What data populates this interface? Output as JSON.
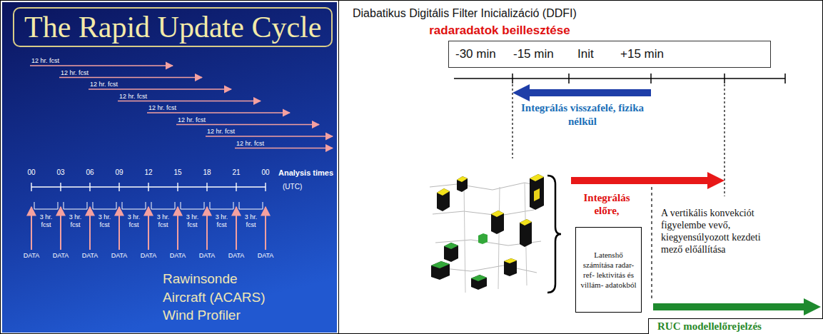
{
  "diagram": {
    "nodes": [
      {
        "text": [
          "The Rapid Update Cycle"
        ]
      },
      {
        "text": [
          "-30 min",
          "-15 min",
          "Init",
          "+15 min"
        ]
      },
      {
        "text": [
          "Latenshő számítása radar-ref- lektivitás és villám- adatokból"
        ]
      },
      {
        "text": [
          "RUC modellelőrejelzés"
        ]
      }
    ],
    "labels": [
      "12 hr. fcst",
      "12 hr. fcst",
      "12 hr. fcst",
      "12 hr. fcst",
      "12 hr. fcst",
      "12 hr. fcst",
      "12 hr. fcst",
      "12 hr. fcst",
      "00",
      "03",
      "06",
      "09",
      "12",
      "15",
      "18",
      "21",
      "00",
      "Analysis times",
      "(UTC)",
      "3 hr. fcst",
      "3 hr. fcst",
      "3 hr. fcst",
      "3 hr. fcst",
      "3 hr. fcst",
      "3 hr. fcst",
      "3 hr. fcst",
      "3 hr. fcst",
      "DATA",
      "DATA",
      "DATA",
      "DATA",
      "DATA",
      "DATA",
      "DATA",
      "DATA",
      "DATA",
      "Rawinsonde",
      "Aircraft (ACARS)",
      "Wind Profiler",
      "Diabatikus Digitális Filter Inicializáció (DDFI)",
      "radaradatok beillesztése",
      "Integrálás visszafelé, fizika nélkül",
      "Integrálás előre,",
      "A vertikális konvekciót figyelembe vevő, kiegyensúlyozott kezdeti mező előállítása"
    ]
  }
}
